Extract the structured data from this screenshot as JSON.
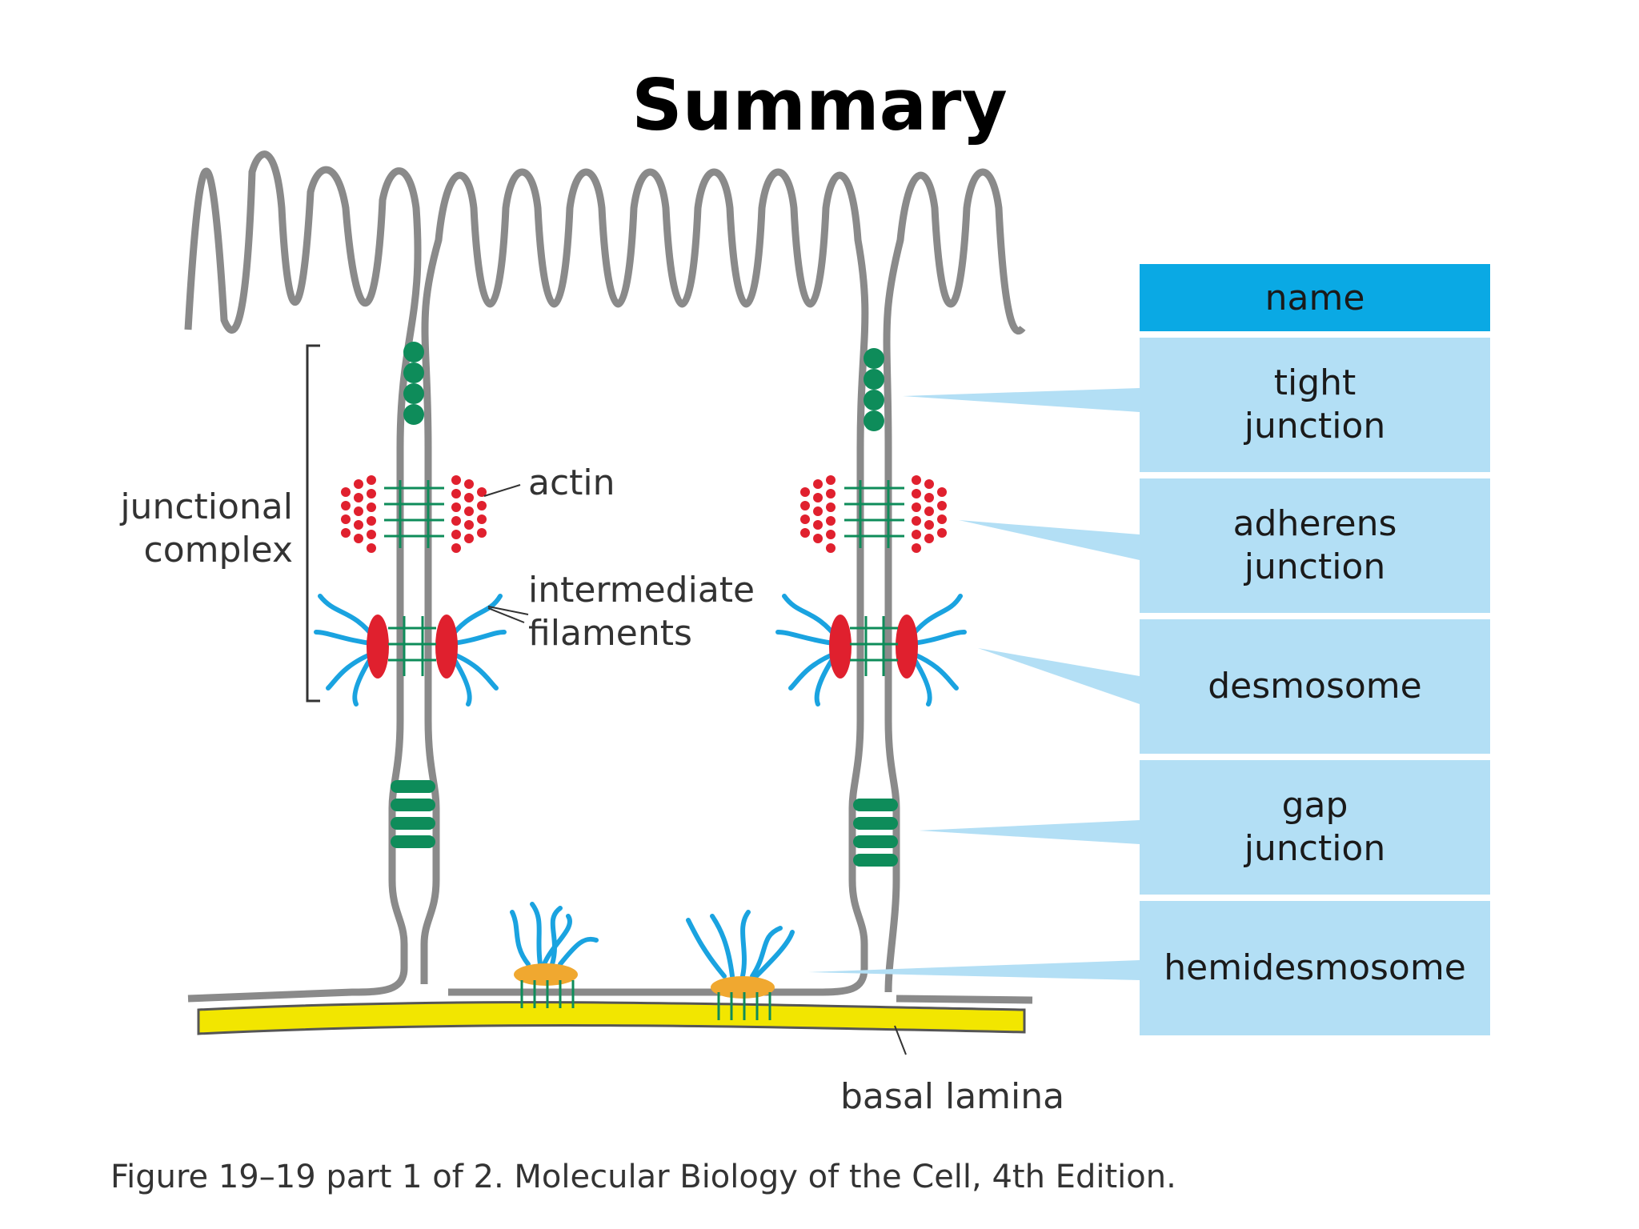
{
  "title": "Summary",
  "labels": {
    "junctional_complex_line1": "junctional",
    "junctional_complex_line2": "complex",
    "actin": "actin",
    "intermediate_line1": "intermediate",
    "intermediate_line2": "filaments",
    "basal_lamina": "basal lamina"
  },
  "table": {
    "header": "name",
    "rows": [
      "tight\njunction",
      "adherens\njunction",
      "desmosome",
      "gap\njunction",
      "hemidesmosome"
    ]
  },
  "caption": "Figure 19–19 part 1 of 2. Molecular Biology of the Cell, 4th Edition.",
  "colors": {
    "membrane": "#8a8a8a",
    "tight_junction": "#0e8c5a",
    "actin": "#e0202e",
    "intermediate_filaments": "#1aa3e0",
    "plaque": "#e0202e",
    "hemidesmosome_plaque": "#f0a830",
    "basal_lamina": "#f2e600",
    "table_header": "#0aa9e4",
    "table_cell": "#b3dff5"
  }
}
